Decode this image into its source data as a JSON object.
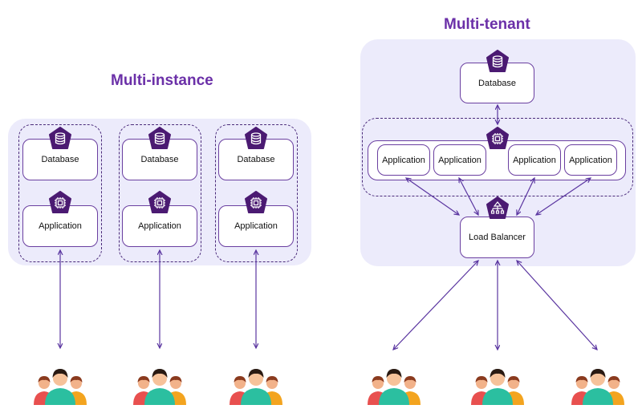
{
  "multi_instance": {
    "title": "Multi-instance",
    "instances": [
      {
        "database": "Database",
        "application": "Application"
      },
      {
        "database": "Database",
        "application": "Application"
      },
      {
        "database": "Database",
        "application": "Application"
      }
    ]
  },
  "multi_tenant": {
    "title": "Multi-tenant",
    "database": "Database",
    "applications": [
      "Application",
      "Application",
      "Application",
      "Application"
    ],
    "load_balancer": "Load Balancer"
  },
  "colors": {
    "accent": "#6b30a8",
    "badge": "#4b1a72",
    "panel": "#ecebfb",
    "arrow": "#5a35a0"
  },
  "icons": {
    "database": "database-icon",
    "application": "cpu-chip-icon",
    "load_balancer": "network-icon",
    "users": "user-group-icon"
  }
}
